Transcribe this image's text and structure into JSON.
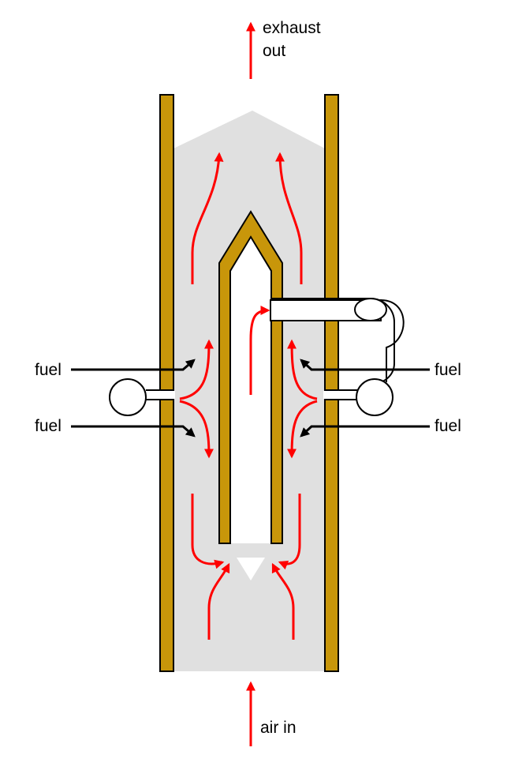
{
  "labels": {
    "exhaust_line1": "exhaust",
    "exhaust_line2": "out",
    "fuel_left_top": "fuel",
    "fuel_left_bottom": "fuel",
    "fuel_right_top": "fuel",
    "fuel_right_bottom": "fuel",
    "air_in": "air in"
  },
  "colors": {
    "wall": "#c8960a",
    "wall_stroke": "#000000",
    "gas": "#e0e0e0",
    "flow_arrow": "#ff0000",
    "fuel_arrow": "#000000"
  }
}
